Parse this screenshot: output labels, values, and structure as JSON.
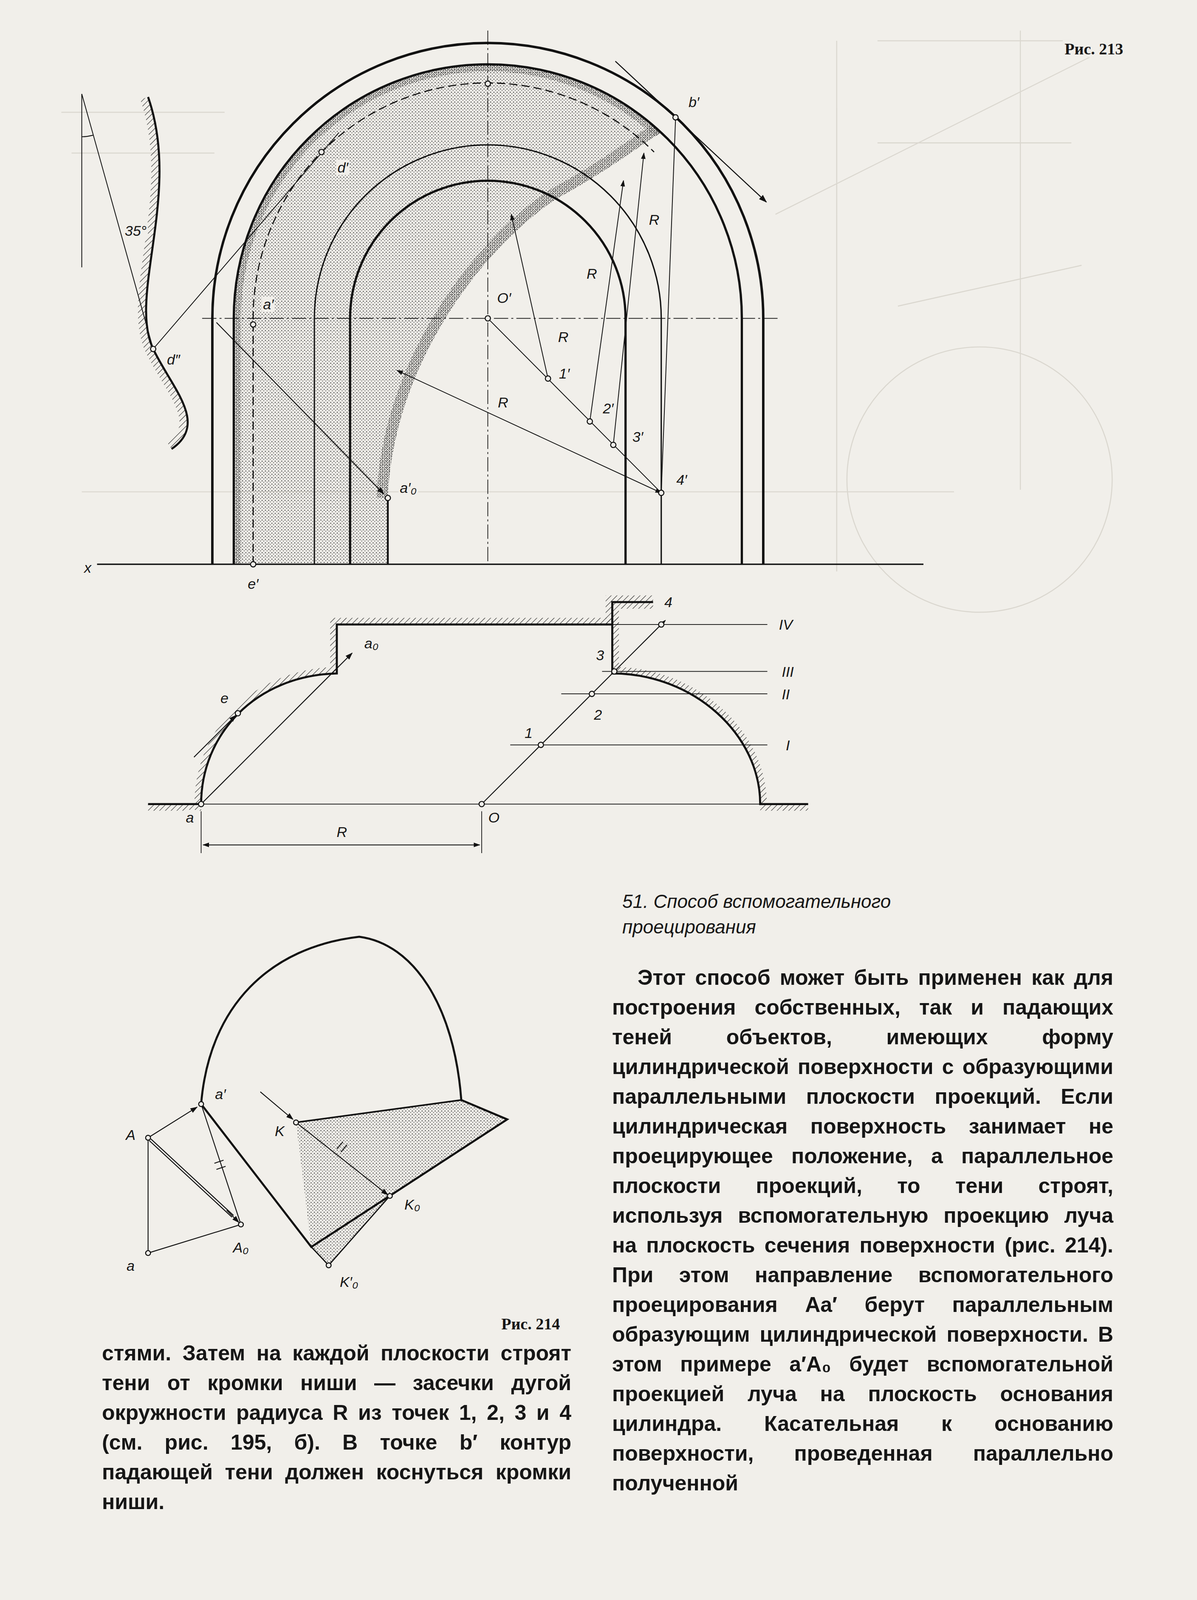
{
  "diagram": {
    "title": "51. Способ вспомогательного проецирования",
    "labels": [
      "Рис. 213",
      "35°",
      "d′",
      "b′",
      "a′",
      "O′",
      "d″",
      "1′",
      "2′",
      "3′",
      "4′",
      "R",
      "R",
      "R",
      "R",
      "a′₀",
      "x",
      "e′",
      "a₀",
      "4",
      "3",
      "IV",
      "e",
      "III",
      "II",
      "2",
      "1",
      "I",
      "a",
      "O",
      "R",
      "A",
      "a′",
      "K",
      "K₀",
      "a",
      "A₀",
      "K′₀",
      "Рис. 214",
      "стями. Затем на каждой плоскости строят тени от кромки ниши — засечки дугой окружности радиуса R из точек 1, 2, 3 и 4 (см. рис. 195, б). В точке b′ контур падающей тени должен коснуться кромки ниши.",
      "Этот способ может быть применен как для построения собственных, так и падающих теней объектов, имеющих форму цилиндрической поверхности с образующими параллельными плоскости проекций. Если цилиндрическая поверхность занимает не проецирующее положение, а параллельное плоскости проекций, то тени строят, используя вспомогательную проекцию луча на плоскость сечения поверхности (рис. 214). При этом направление вспомогательного проецирования Aa′ берут параллельным образующим цилиндрической поверхности. В этом примере a′A₀ будет вспомогательной проекцией луча на плоскость основания цилиндра. Касательная к основанию поверхности, проведенная параллельно полученной"
    ]
  }
}
